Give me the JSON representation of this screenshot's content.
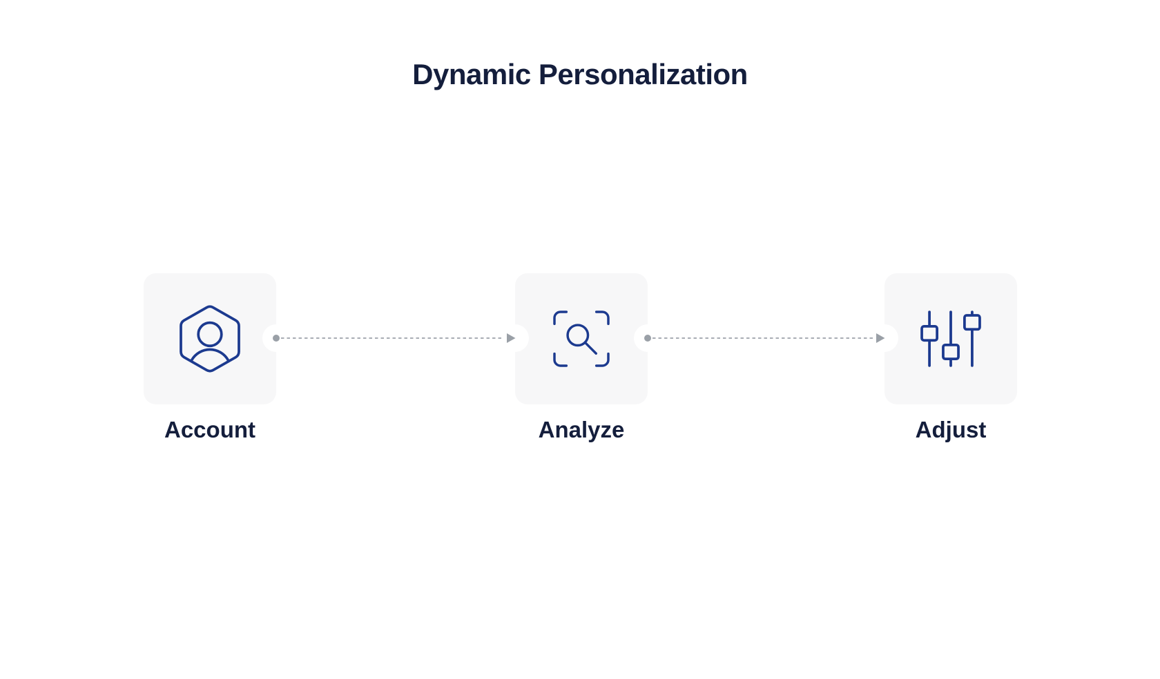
{
  "title": "Dynamic Personalization",
  "colors": {
    "ink": "#141e3c",
    "accent": "#1c3a8f",
    "card-bg": "#f7f7f8",
    "connector": "#a8acb3",
    "connector-solid": "#9aa0a7",
    "page-bg": "#ffffff"
  },
  "steps": [
    {
      "label": "Account",
      "icon": "hexagon-user-icon"
    },
    {
      "label": "Analyze",
      "icon": "scan-search-icon"
    },
    {
      "label": "Adjust",
      "icon": "vertical-sliders-icon"
    }
  ],
  "connectors": [
    {
      "from": "Account",
      "to": "Analyze",
      "style": "dashed-arrow-with-start-dot"
    },
    {
      "from": "Analyze",
      "to": "Adjust",
      "style": "dashed-arrow-with-start-dot"
    }
  ]
}
